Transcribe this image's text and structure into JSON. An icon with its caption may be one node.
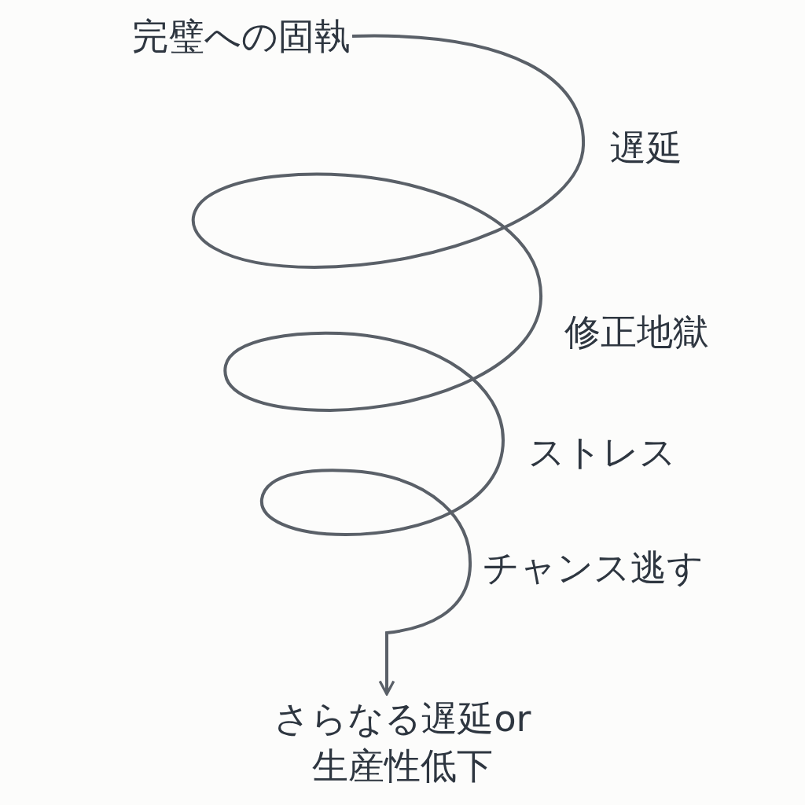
{
  "diagram": {
    "nodes": [
      {
        "text": [
          "完璧への固執"
        ]
      },
      {
        "text": [
          "さらなる遅延or生産性低下"
        ]
      }
    ],
    "edges": [
      {
        "from": 0,
        "to": 1,
        "arrow": "to"
      }
    ],
    "labels": [
      "遅延",
      "修正地獄",
      "ストレス",
      "チャンス逃す"
    ]
  }
}
